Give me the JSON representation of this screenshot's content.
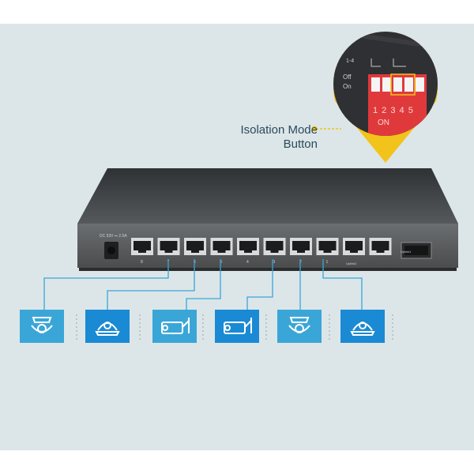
{
  "callout": {
    "line1": "Isolation Mode",
    "line2": "Button"
  },
  "dip_switch": {
    "group_label": "1-4",
    "off_label": "Off",
    "on_label": "On",
    "numbers_text": "1 2 3 4 5",
    "on_text": "ON"
  },
  "switch_panel": {
    "power_label": "DC 53V ⎓ 2.5A",
    "port_numbers": [
      "8",
      "7",
      "6",
      "5",
      "4",
      "3",
      "2",
      "1"
    ],
    "uplink2_label": "Uplink2",
    "uplink1_label": "Uplink1"
  },
  "cameras": [
    {
      "type": "dome-camera-icon",
      "color": "#3aa6d8"
    },
    {
      "type": "dome-camera-icon",
      "color": "#1a8ad4"
    },
    {
      "type": "bullet-camera-icon",
      "color": "#3aa6d8"
    },
    {
      "type": "bullet-camera-icon",
      "color": "#1a8ad4"
    },
    {
      "type": "dome-camera-icon",
      "color": "#3aa6d8"
    },
    {
      "type": "dome-camera-icon",
      "color": "#1a8ad4"
    }
  ],
  "colors": {
    "background": "#dce6e8",
    "accent_yellow": "#f2c31a",
    "dip_red": "#e0393c",
    "switch_body": "#3c3f42",
    "camera_light": "#3aa6d8",
    "camera_dark": "#1a8ad4"
  }
}
